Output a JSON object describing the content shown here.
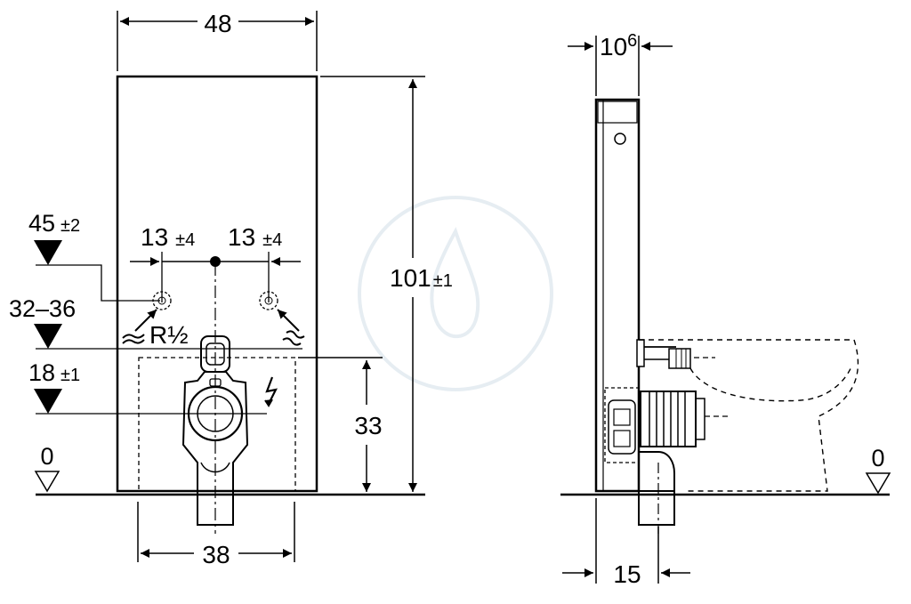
{
  "front_view": {
    "width_top": "48",
    "width_bottom": "38",
    "height_total": "101",
    "height_total_tol": "±1",
    "height_inlet": "33",
    "offset_left_val": "13",
    "offset_left_tol": "±4",
    "offset_right_val": "13",
    "offset_right_tol": "±4",
    "level_supply_val": "45",
    "level_supply_tol": "±2",
    "level_range": "32–36",
    "level_drain_val": "18",
    "level_drain_tol": "±1",
    "thread_label": "R½",
    "floor_level": "0"
  },
  "side_view": {
    "depth_top_base": "10",
    "depth_top_sup": "6",
    "depth_bottom": "15",
    "floor_level": "0"
  },
  "colors": {
    "line": "#000000",
    "watermark": "#e8eef3"
  }
}
